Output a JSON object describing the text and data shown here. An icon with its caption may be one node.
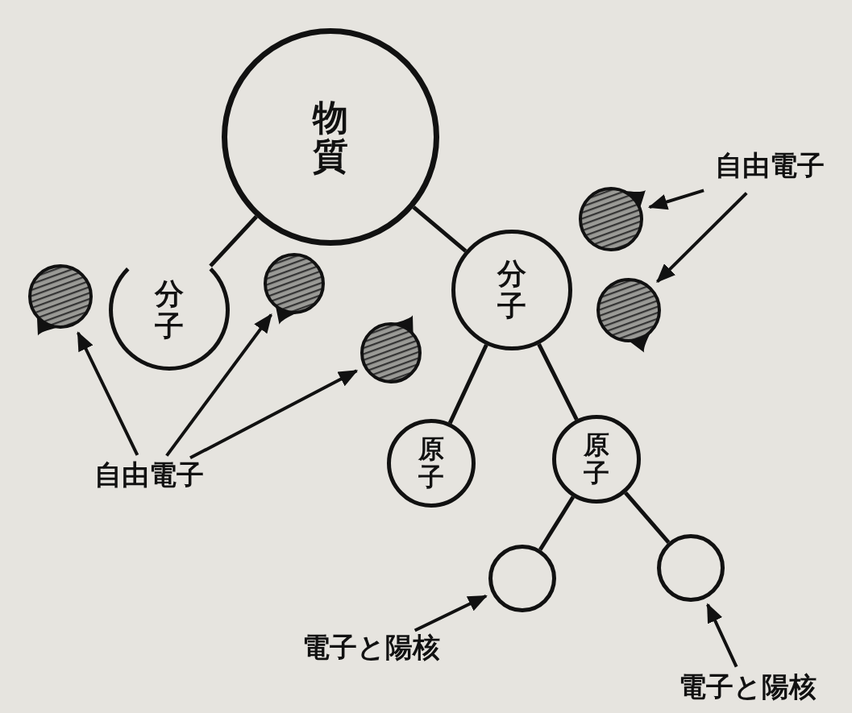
{
  "diagram": {
    "nodes": [
      {
        "text": [
          "物質"
        ]
      },
      {
        "text": [
          "分子"
        ]
      },
      {
        "text": [
          "分子"
        ]
      },
      {
        "text": [
          "原子"
        ]
      },
      {
        "text": [
          "原子"
        ]
      },
      {
        "text": [],
        "shape": "circle"
      },
      {
        "text": [],
        "shape": "circle"
      },
      {
        "text": [],
        "shape": "circle"
      },
      {
        "text": [],
        "shape": "circle"
      },
      {
        "text": [],
        "shape": "circle"
      },
      {
        "text": [],
        "shape": "circle"
      },
      {
        "text": [],
        "shape": "circle"
      },
      {
        "text": [
          "自由電子"
        ]
      },
      {
        "text": [
          "自由電子"
        ]
      },
      {
        "text": [
          "電子と陽核"
        ]
      },
      {
        "text": [
          "電子と陽核"
        ]
      }
    ],
    "edges": [
      {
        "from": 0,
        "to": 1,
        "arrow": "none"
      },
      {
        "from": 0,
        "to": 2,
        "arrow": "none"
      },
      {
        "from": 2,
        "to": 3,
        "arrow": "none"
      },
      {
        "from": 2,
        "to": 4,
        "arrow": "none"
      },
      {
        "from": 4,
        "to": 5,
        "arrow": "none"
      },
      {
        "from": 4,
        "to": 6,
        "arrow": "none"
      },
      {
        "from": 12,
        "to": 7,
        "arrow": "to"
      },
      {
        "from": 12,
        "to": 8,
        "arrow": "to"
      },
      {
        "from": 12,
        "to": 9,
        "arrow": "to"
      },
      {
        "from": 13,
        "to": 10,
        "arrow": "to"
      },
      {
        "from": 13,
        "to": 11,
        "arrow": "to"
      },
      {
        "from": 14,
        "to": 5,
        "arrow": "to"
      },
      {
        "from": 15,
        "to": 6,
        "arrow": "to"
      }
    ]
  }
}
